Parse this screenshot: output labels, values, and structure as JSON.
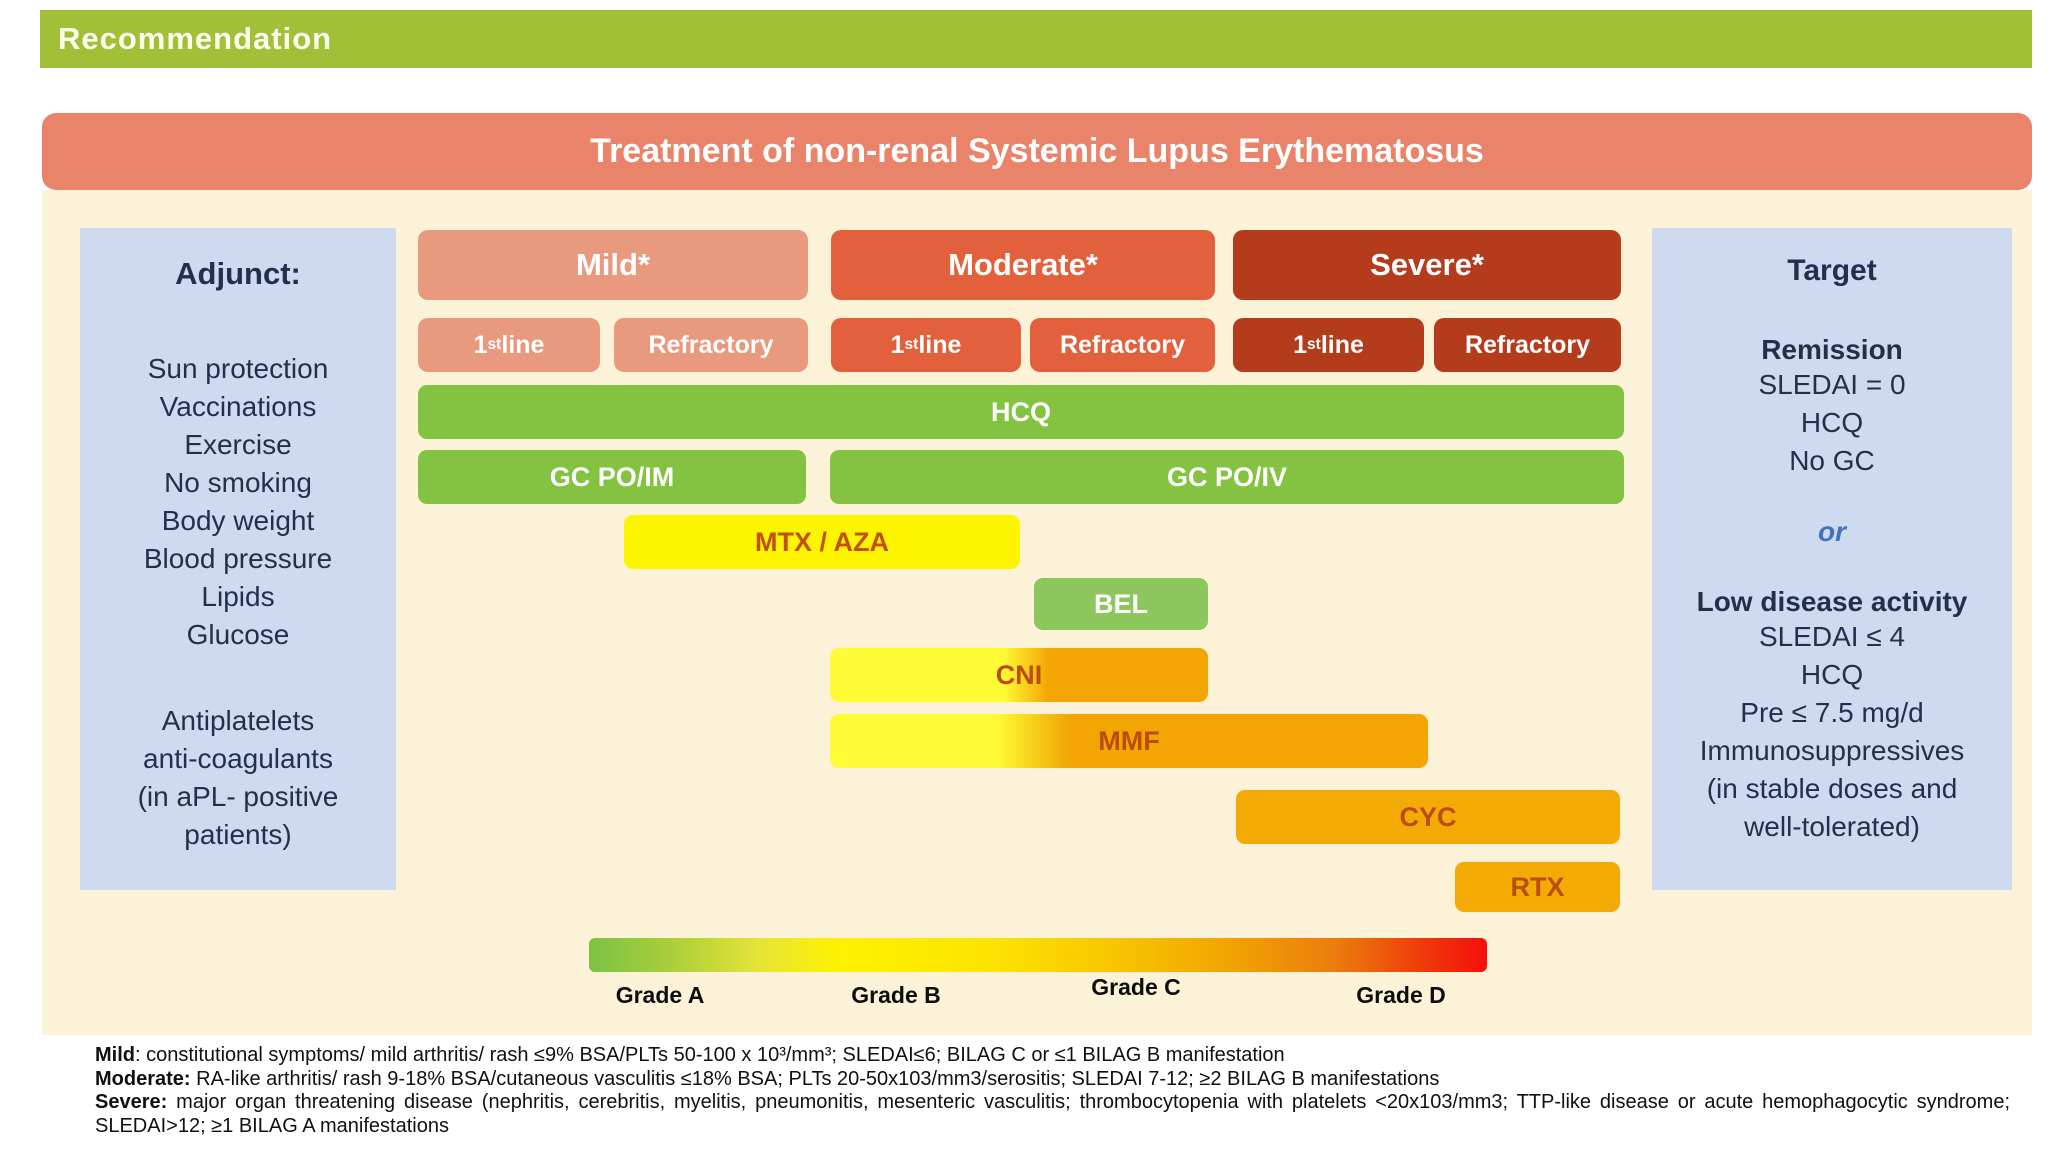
{
  "banner": {
    "label": "Recommendation"
  },
  "title": "Treatment of non-renal Systemic Lupus Erythematosus",
  "adjunct": {
    "heading": "Adjunct:",
    "group1": [
      "Sun protection",
      "Vaccinations",
      "Exercise",
      "No smoking",
      "Body weight",
      "Blood pressure",
      "Lipids",
      "Glucose"
    ],
    "group2": [
      "Antiplatelets",
      "anti-coagulants",
      "(in  aPL- positive",
      "patients)"
    ]
  },
  "severity_columns": [
    {
      "label": "Mild*",
      "first_line": {
        "num": "1",
        "sup": "st",
        "rest": " line"
      },
      "refractory": "Refractory",
      "color": "#E9997E"
    },
    {
      "label": "Moderate*",
      "first_line": {
        "num": "1",
        "sup": "st",
        "rest": " line"
      },
      "refractory": "Refractory",
      "color": "#E2613C"
    },
    {
      "label": "Severe*",
      "first_line": {
        "num": "1",
        "sup": "st",
        "rest": " line"
      },
      "refractory": "Refractory",
      "color": "#B43B1C"
    }
  ],
  "drugs": [
    {
      "name": "HCQ",
      "color": "#84C341",
      "grade": "A",
      "extent": "all severities, 1st line and refractory"
    },
    {
      "name": "GC PO/IM",
      "color": "#84C341",
      "grade": "A",
      "extent": "mild"
    },
    {
      "name": "GC PO/IV",
      "color": "#84C341",
      "grade": "A",
      "extent": "moderate and severe"
    },
    {
      "name": "MTX / AZA",
      "color": "#FDF500",
      "grade": "B",
      "extent": "mild refractory to moderate 1st line"
    },
    {
      "name": "BEL",
      "color": "#8CC65C",
      "grade": "A",
      "extent": "moderate refractory"
    },
    {
      "name": "CNI",
      "color": "#FEFA33 to #F2A503",
      "grade": "B to C",
      "extent": "moderate 1st line and refractory"
    },
    {
      "name": "MMF",
      "color": "#FEFA33 to #F2A503",
      "grade": "B to C",
      "extent": "moderate to severe 1st line"
    },
    {
      "name": "CYC",
      "color": "#F3AA05",
      "grade": "C",
      "extent": "severe"
    },
    {
      "name": "RTX",
      "color": "#F3AA05",
      "grade": "C",
      "extent": "severe refractory"
    }
  ],
  "grade_scale": {
    "labels": [
      "Grade A",
      "Grade B",
      "Grade C",
      "Grade D"
    ],
    "gradient": [
      "#7CC243",
      "#FFF200",
      "#F2A800",
      "#F60E0C"
    ]
  },
  "target": {
    "heading": "Target",
    "remission_heading": "Remission",
    "remission_lines": [
      "SLEDAI = 0",
      "HCQ",
      "No GC"
    ],
    "or_word": "or",
    "lda_heading": "Low disease activity",
    "lda_lines": [
      "SLEDAI ≤ 4",
      "HCQ",
      "Pre ≤ 7.5 mg/d",
      "Immunosuppressives",
      "(in stable doses and",
      "well-tolerated)"
    ]
  },
  "footnotes": [
    {
      "label": "Mild",
      "sep": ": ",
      "text": "constitutional symptoms/ mild arthritis/ rash ≤9% BSA/PLTs 50-100 x 10³/mm³; SLEDAI≤6; BILAG C or ≤1 BILAG B manifestation"
    },
    {
      "label": "Moderate:",
      "sep": " ",
      "text": "RA-like arthritis/ rash 9-18% BSA/cutaneous vasculitis ≤18% BSA; PLTs 20-50x103/mm3/serositis; SLEDAI 7-12; ≥2 BILAG B manifestations"
    },
    {
      "label": "Severe:",
      "sep": " ",
      "text": "major organ threatening disease (nephritis, cerebritis, myelitis, pneumonitis, mesenteric vasculitis;  thrombocytopenia with platelets <20x103/mm3; TTP-like disease or acute hemophagocytic syndrome; SLEDAI>12; ≥1 BILAG A manifestations"
    }
  ]
}
